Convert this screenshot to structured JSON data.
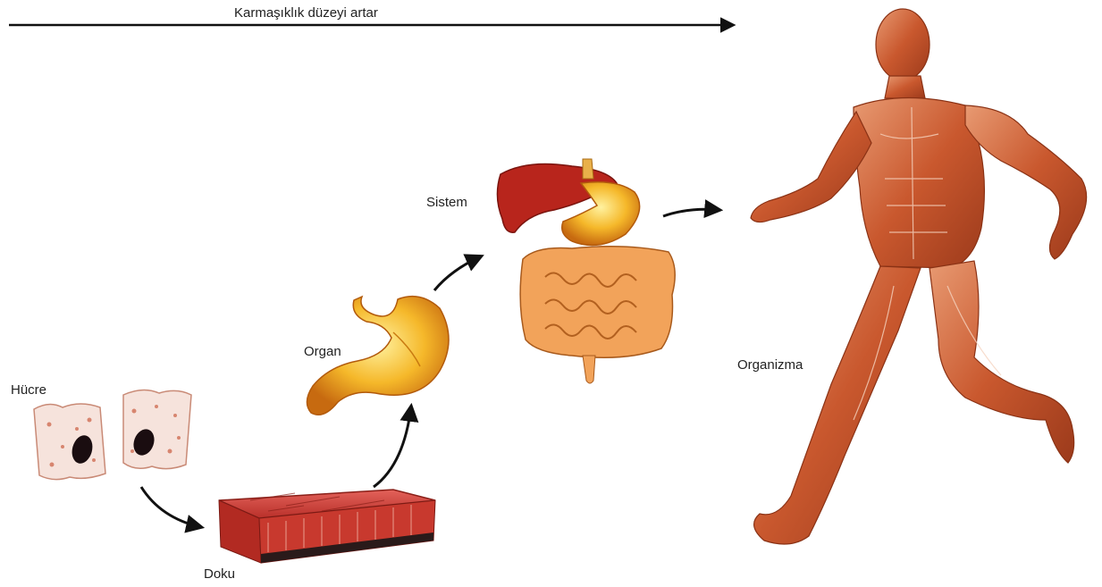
{
  "header": {
    "complexity_label": "Karmaşıklık düzeyi artar"
  },
  "levels": {
    "cell": "Hücre",
    "tissue": "Doku",
    "organ": "Organ",
    "system": "Sistem",
    "organism": "Organizma"
  },
  "colors": {
    "arrow": "#111111",
    "cell_fill": "#f6e3dc",
    "cell_dots": "#d7856f",
    "nucleus": "#1a0d10",
    "tissue_top": "#d8443a",
    "tissue_side": "#b22a22",
    "stomach": "#f0b000",
    "liver": "#b8251c",
    "intestine": "#f2a35a",
    "muscle": "#c8572f"
  }
}
